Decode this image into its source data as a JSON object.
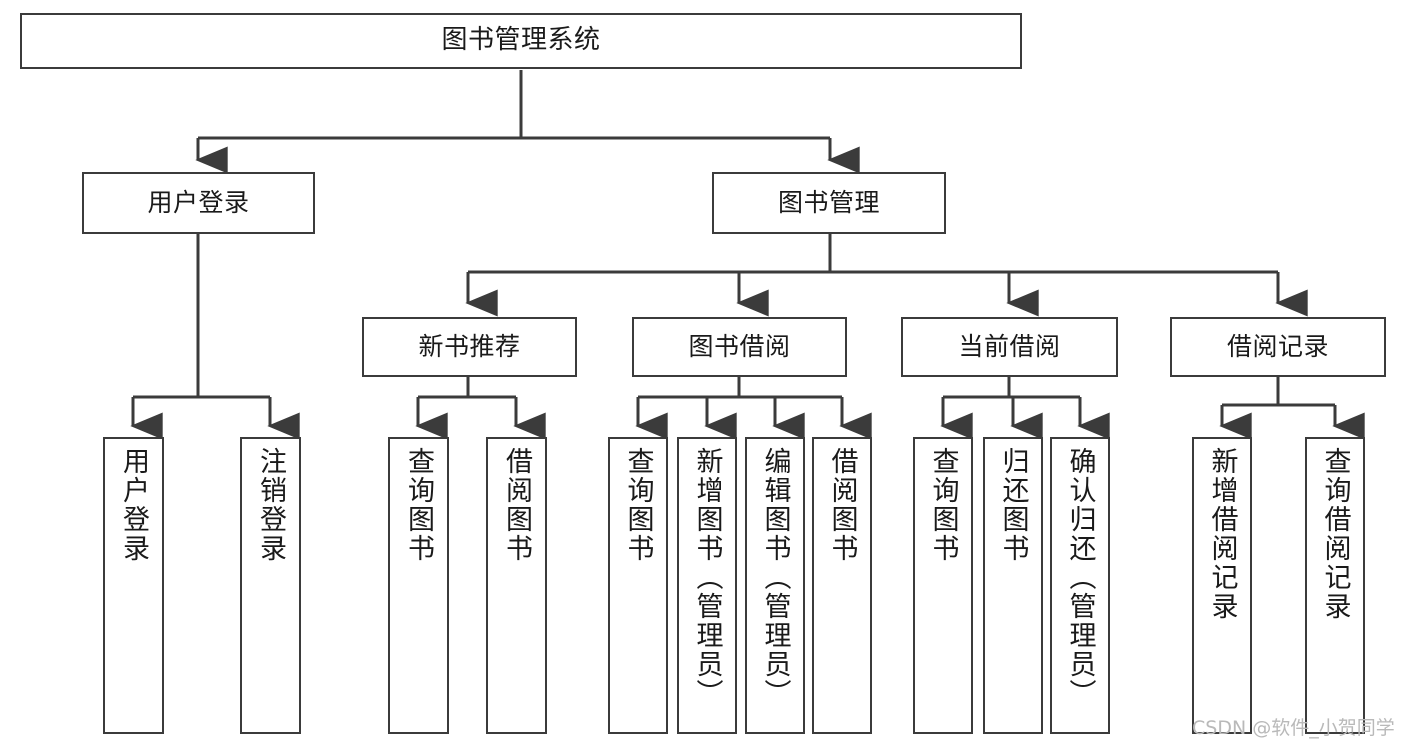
{
  "diagram": {
    "type": "tree",
    "title": "图书管理系统",
    "root": {
      "id": "root",
      "label": "图书管理系统"
    },
    "level2": [
      {
        "id": "user-login",
        "label": "用户登录"
      },
      {
        "id": "book-manage",
        "label": "图书管理"
      }
    ],
    "level3": [
      {
        "id": "new-book-recommend",
        "label": "新书推荐",
        "parent": "book-manage"
      },
      {
        "id": "book-borrow",
        "label": "图书借阅",
        "parent": "book-manage"
      },
      {
        "id": "current-borrow",
        "label": "当前借阅",
        "parent": "book-manage"
      },
      {
        "id": "borrow-record",
        "label": "借阅记录",
        "parent": "book-manage"
      }
    ],
    "leaves": [
      {
        "id": "leaf-user-login",
        "label": "用户登录",
        "parent": "user-login"
      },
      {
        "id": "leaf-logout-login",
        "label": "注销登录",
        "parent": "user-login"
      },
      {
        "id": "leaf-query-book-a",
        "label": "查询图书",
        "parent": "new-book-recommend"
      },
      {
        "id": "leaf-borrow-book-a",
        "label": "借阅图书",
        "parent": "new-book-recommend"
      },
      {
        "id": "leaf-query-book-b",
        "label": "查询图书",
        "parent": "book-borrow"
      },
      {
        "id": "leaf-add-book",
        "label": "新增图书（管理员）",
        "parent": "book-borrow"
      },
      {
        "id": "leaf-edit-book",
        "label": "编辑图书（管理员）",
        "parent": "book-borrow"
      },
      {
        "id": "leaf-borrow-book-b",
        "label": "借阅图书",
        "parent": "book-borrow"
      },
      {
        "id": "leaf-query-book-c",
        "label": "查询图书",
        "parent": "current-borrow"
      },
      {
        "id": "leaf-return-book",
        "label": "归还图书",
        "parent": "current-borrow"
      },
      {
        "id": "leaf-confirm-return",
        "label": "确认归还（管理员）",
        "parent": "current-borrow"
      },
      {
        "id": "leaf-add-record",
        "label": "新增借阅记录",
        "parent": "borrow-record"
      },
      {
        "id": "leaf-query-record",
        "label": "查询借阅记录",
        "parent": "borrow-record"
      }
    ]
  },
  "watermark": {
    "text": "CSDN @软件_小贺同学"
  },
  "colors": {
    "stroke": "#3b3b3b",
    "text": "#1a1a1a",
    "background": "#ffffff",
    "watermark": "#b9b9b9"
  }
}
